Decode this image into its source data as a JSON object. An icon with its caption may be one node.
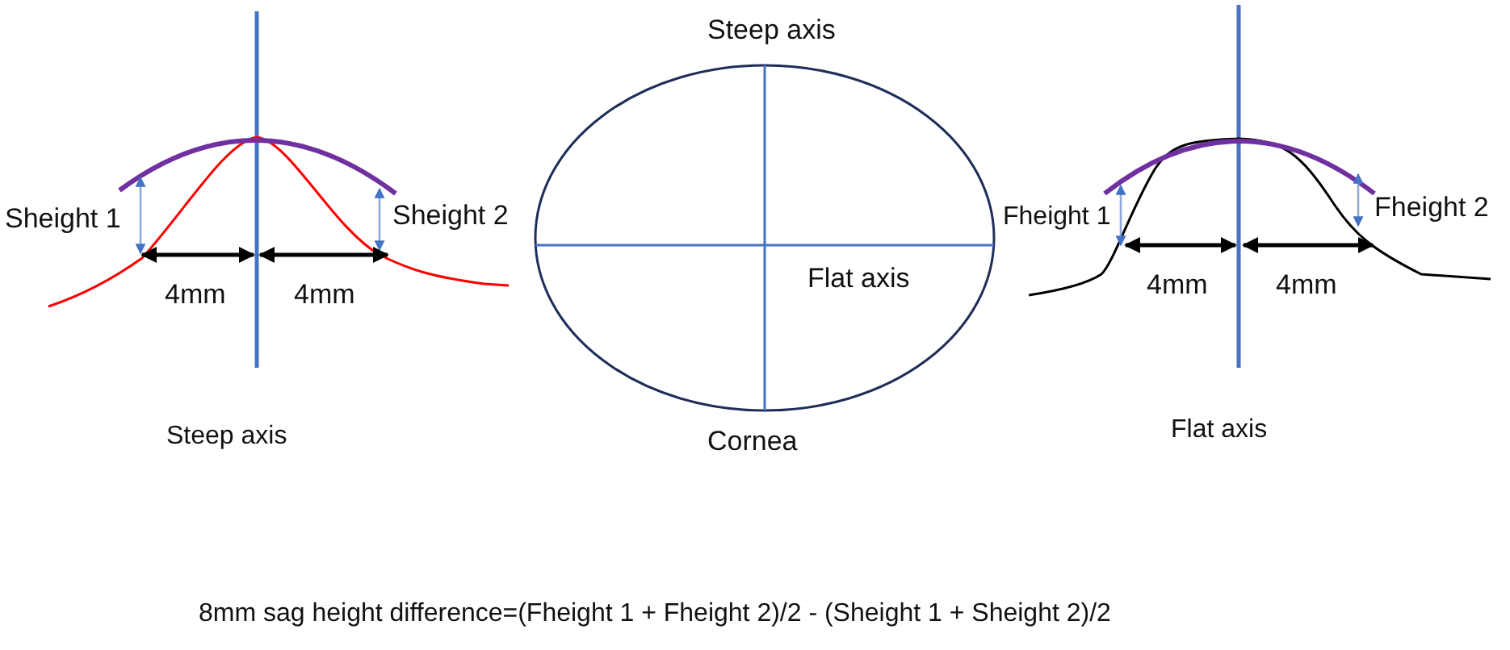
{
  "diagram": {
    "nodes": [
      {
        "text": [
          "Steep axis",
          "Flat axis",
          "Cornea"
        ]
      }
    ],
    "labels": [
      "Sheight 1",
      "Sheight 2",
      "4mm",
      "4mm",
      "Steep axis",
      "Fheight 1",
      "Fheight 2",
      "4mm",
      "4mm",
      "Flat axis",
      "8mm sag height difference=(Fheight 1 + Fheight 2)/2 - (Sheight 1 + Sheight 2)/2"
    ]
  }
}
